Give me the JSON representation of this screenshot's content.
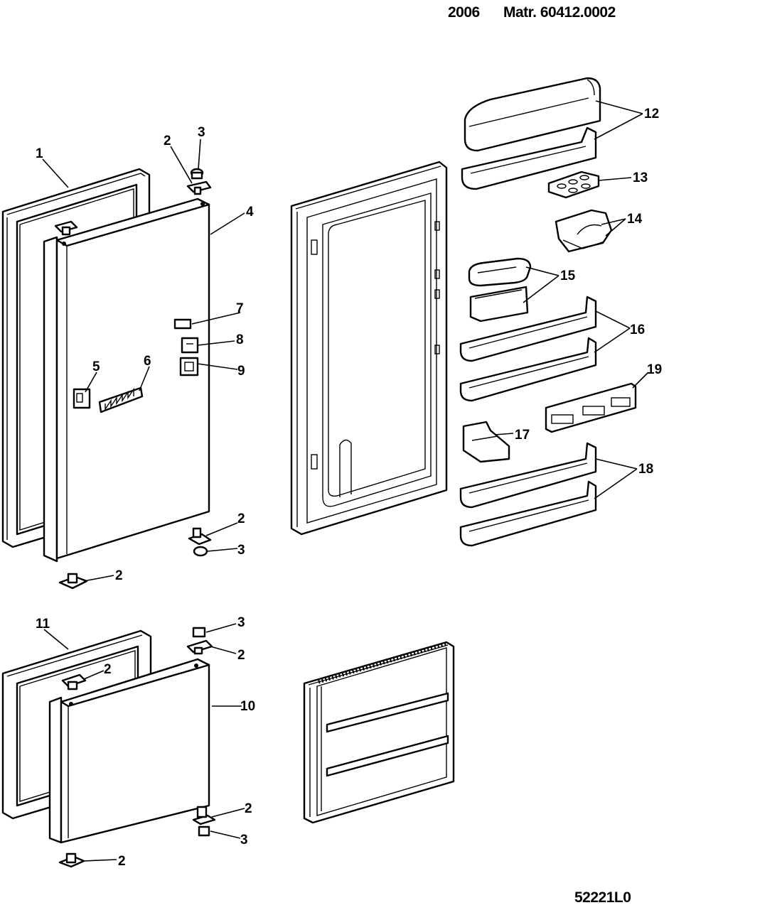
{
  "header": {
    "year": "2006",
    "matricola": "Matr. 60412.0002"
  },
  "footer": {
    "drawing_code": "52221L0"
  },
  "callouts": [
    "1",
    "2",
    "3",
    "4",
    "5",
    "6",
    "7",
    "8",
    "9",
    "10",
    "11",
    "12",
    "13",
    "14",
    "15",
    "16",
    "17",
    "18",
    "19"
  ]
}
